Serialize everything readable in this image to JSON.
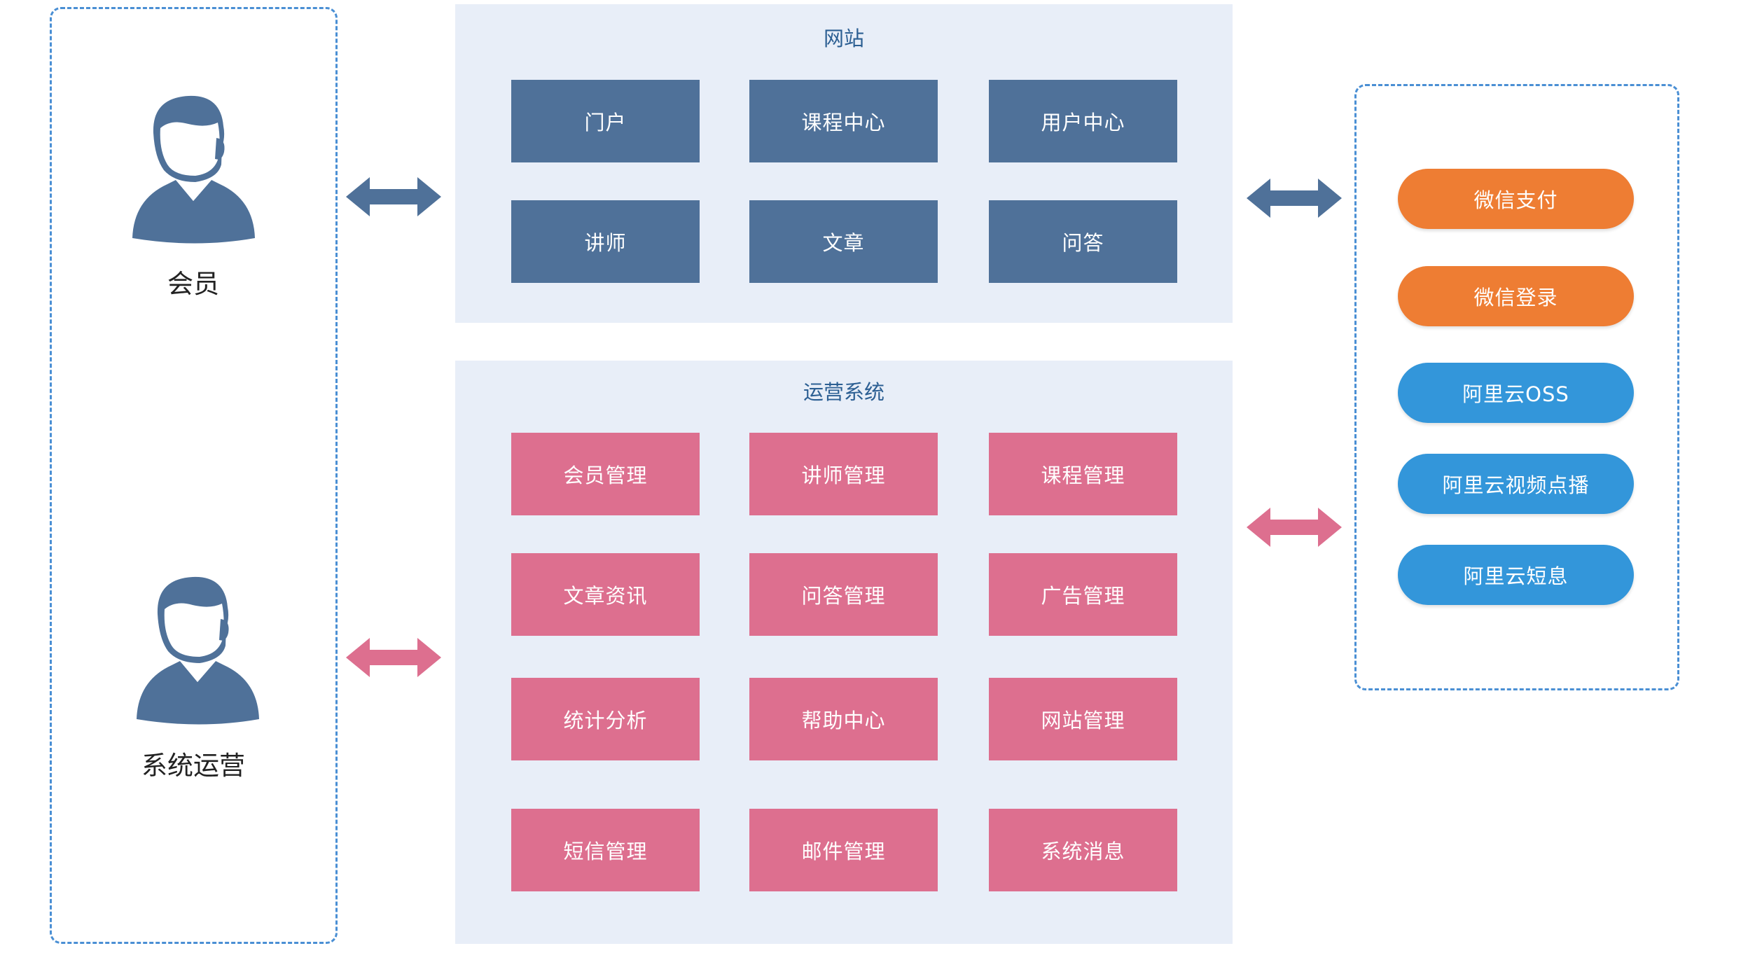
{
  "roles": {
    "member": {
      "label": "会员"
    },
    "operator": {
      "label": "系统运营"
    }
  },
  "website": {
    "title": "网站",
    "modules": [
      "门户",
      "课程中心",
      "用户中心",
      "讲师",
      "文章",
      "问答"
    ]
  },
  "operations": {
    "title": "运营系统",
    "modules": [
      "会员管理",
      "讲师管理",
      "课程管理",
      "文章资讯",
      "问答管理",
      "广告管理",
      "统计分析",
      "帮助中心",
      "网站管理",
      "短信管理",
      "邮件管理",
      "系统消息"
    ]
  },
  "services": {
    "items": [
      {
        "label": "微信支付",
        "color": "#ee7d33"
      },
      {
        "label": "微信登录",
        "color": "#ee7d33"
      },
      {
        "label": "阿里云OSS",
        "color": "#3396da"
      },
      {
        "label": "阿里云视频点播",
        "color": "#3396da"
      },
      {
        "label": "阿里云短息",
        "color": "#3396da"
      }
    ]
  },
  "colors": {
    "website_tile": "#4f7199",
    "operations_tile": "#dd6f8f",
    "arrow_blue": "#4f7199",
    "arrow_pink": "#dd6f8f",
    "dashed_border": "#4a8fd4"
  }
}
